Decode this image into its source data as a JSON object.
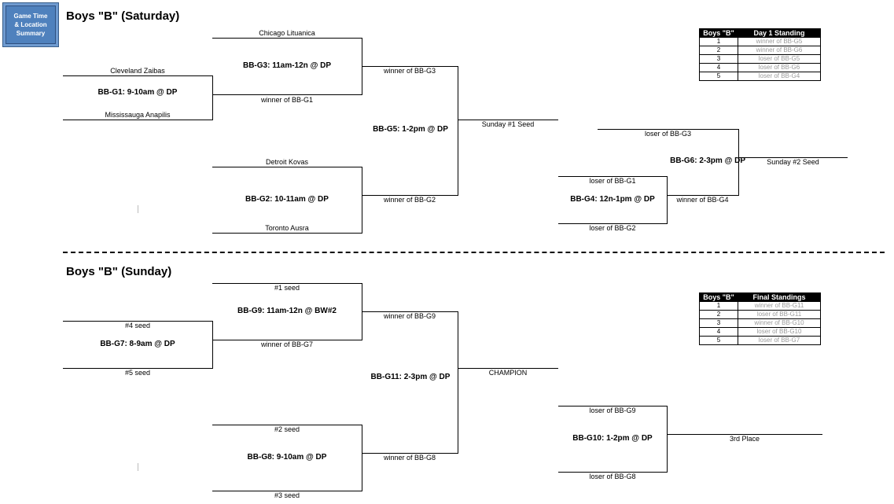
{
  "button": {
    "line1": "Game Time",
    "line2": "& Location",
    "line3": "Summary"
  },
  "saturday": {
    "title": "Boys \"B\" (Saturday)",
    "g1": {
      "label": "BB-G1: 9-10am @ DP",
      "top": "Cleveland Zaibas",
      "bottom": "Mississauga Anapilis"
    },
    "g2": {
      "label": "BB-G2: 10-11am @ DP",
      "top": "Detroit Kovas",
      "bottom": "Toronto Ausra"
    },
    "g3": {
      "label": "BB-G3: 11am-12n @ DP",
      "top": "Chicago Lituanica",
      "bottom": "winner of BB-G1"
    },
    "g4": {
      "label": "BB-G4: 12n-1pm @ DP",
      "top": "loser of BB-G1",
      "bottom": "loser of BB-G2"
    },
    "g5": {
      "label": "BB-G5: 1-2pm @ DP",
      "top": "winner of BB-G3",
      "bottom": "winner of BB-G2",
      "out": "Sunday #1 Seed"
    },
    "g6": {
      "label": "BB-G6: 2-3pm @ DP",
      "top": "loser of BB-G3",
      "bottom": "winner of BB-G4",
      "out": "Sunday #2 Seed"
    },
    "standing": {
      "col1": "Boys \"B\"",
      "col2": "Day 1 Standing",
      "rows": [
        {
          "rank": "1",
          "team": "winner of BB-G5"
        },
        {
          "rank": "2",
          "team": "winner of BB-G6"
        },
        {
          "rank": "3",
          "team": "loser of BB-G5"
        },
        {
          "rank": "4",
          "team": "loser of BB-G6"
        },
        {
          "rank": "5",
          "team": "loser of BB-G4"
        }
      ]
    }
  },
  "sunday": {
    "title": "Boys \"B\" (Sunday)",
    "g7": {
      "label": "BB-G7: 8-9am @ DP",
      "top": "#4 seed",
      "bottom": "#5 seed"
    },
    "g8": {
      "label": "BB-G8: 9-10am @ DP",
      "top": "#2 seed",
      "bottom": "#3 seed"
    },
    "g9": {
      "label": "BB-G9: 11am-12n @ BW#2",
      "top": "#1 seed",
      "bottom": "winner of BB-G7"
    },
    "g10": {
      "label": "BB-G10: 1-2pm @ DP",
      "top": "loser of BB-G9",
      "bottom": "loser of BB-G8",
      "out": "3rd Place"
    },
    "g11": {
      "label": "BB-G11: 2-3pm @ DP",
      "top": "winner of BB-G9",
      "bottom": "winner of BB-G8",
      "out": "CHAMPION"
    },
    "standing": {
      "col1": "Boys \"B\"",
      "col2": "Final Standings",
      "rows": [
        {
          "rank": "1",
          "team": "winner of BB-G11"
        },
        {
          "rank": "2",
          "team": "loser of BB-G11"
        },
        {
          "rank": "3",
          "team": "winner of BB-G10"
        },
        {
          "rank": "4",
          "team": "loser of BB-G10"
        },
        {
          "rank": "5",
          "team": "loser of BB-G7"
        }
      ]
    }
  }
}
